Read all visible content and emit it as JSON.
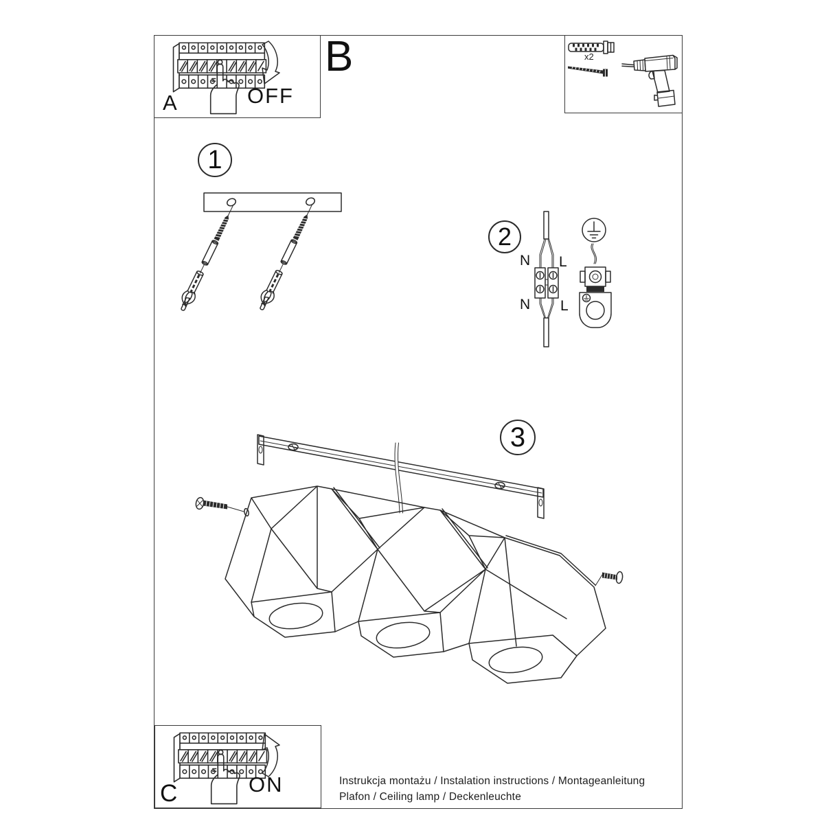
{
  "sheet": {
    "background": "#ffffff",
    "line_color": "#2b2b2b"
  },
  "panels": {
    "a": {
      "label": "A",
      "state": "OFF"
    },
    "b": {
      "label": "B"
    },
    "c": {
      "label": "C",
      "state": "ON"
    }
  },
  "tools": {
    "anchor_count": "x2"
  },
  "steps": {
    "one": "1",
    "two": "2",
    "three": "3"
  },
  "wiring": {
    "n_top": "N",
    "l_top": "L",
    "n_bottom": "N",
    "l_bottom": "L"
  },
  "footer": {
    "line1": "Instrukcja montażu / Instalation instructions / Montageanleitung",
    "line2": "Plafon / Ceiling lamp / Deckenleuchte"
  },
  "icons": [
    "circuit-breaker-icon",
    "pointing-hand-icon",
    "curved-arrow-down-icon",
    "curved-arrow-up-icon",
    "wall-plug-icon",
    "mounting-screw-icon",
    "drill-icon",
    "mounting-plate-icon",
    "wall-anchor-icon",
    "power-cable-icon",
    "terminal-block-icon",
    "ground-symbol-icon",
    "ground-clamp-icon",
    "mounting-bar-icon",
    "ceiling-lamp-icon",
    "fixing-screw-icon"
  ]
}
